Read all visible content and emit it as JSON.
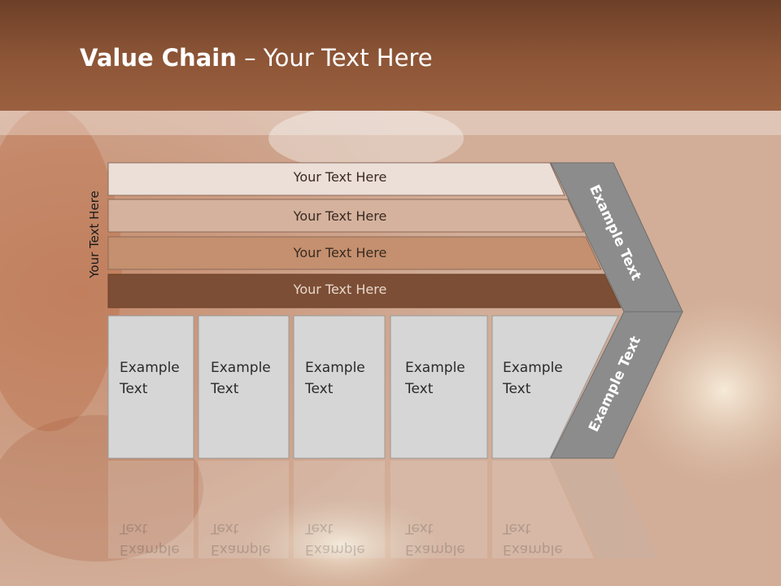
{
  "title": {
    "bold": "Value Chain",
    "rest": " – Your Text Here"
  },
  "side_label": "Your Text Here",
  "bars": [
    {
      "label": "Your Text Here",
      "fill": "#ebdfd8"
    },
    {
      "label": "Your Text Here",
      "fill": "#d5b29e"
    },
    {
      "label": "Your Text Here",
      "fill": "#c4906f"
    },
    {
      "label": "Your Text Here",
      "fill": "#7c4e35"
    }
  ],
  "boxes": [
    {
      "line1": "Example",
      "line2": "Text"
    },
    {
      "line1": "Example",
      "line2": "Text"
    },
    {
      "line1": "Example",
      "line2": "Text"
    },
    {
      "line1": "Example",
      "line2": "Text"
    },
    {
      "line1": "Example",
      "line2": "Text"
    }
  ],
  "chevron_upper": "Example Text",
  "chevron_lower": "Example Text",
  "colors": {
    "chevron": "#8c8c8c",
    "box": "#d6d6d6",
    "header": "#8e5637"
  }
}
